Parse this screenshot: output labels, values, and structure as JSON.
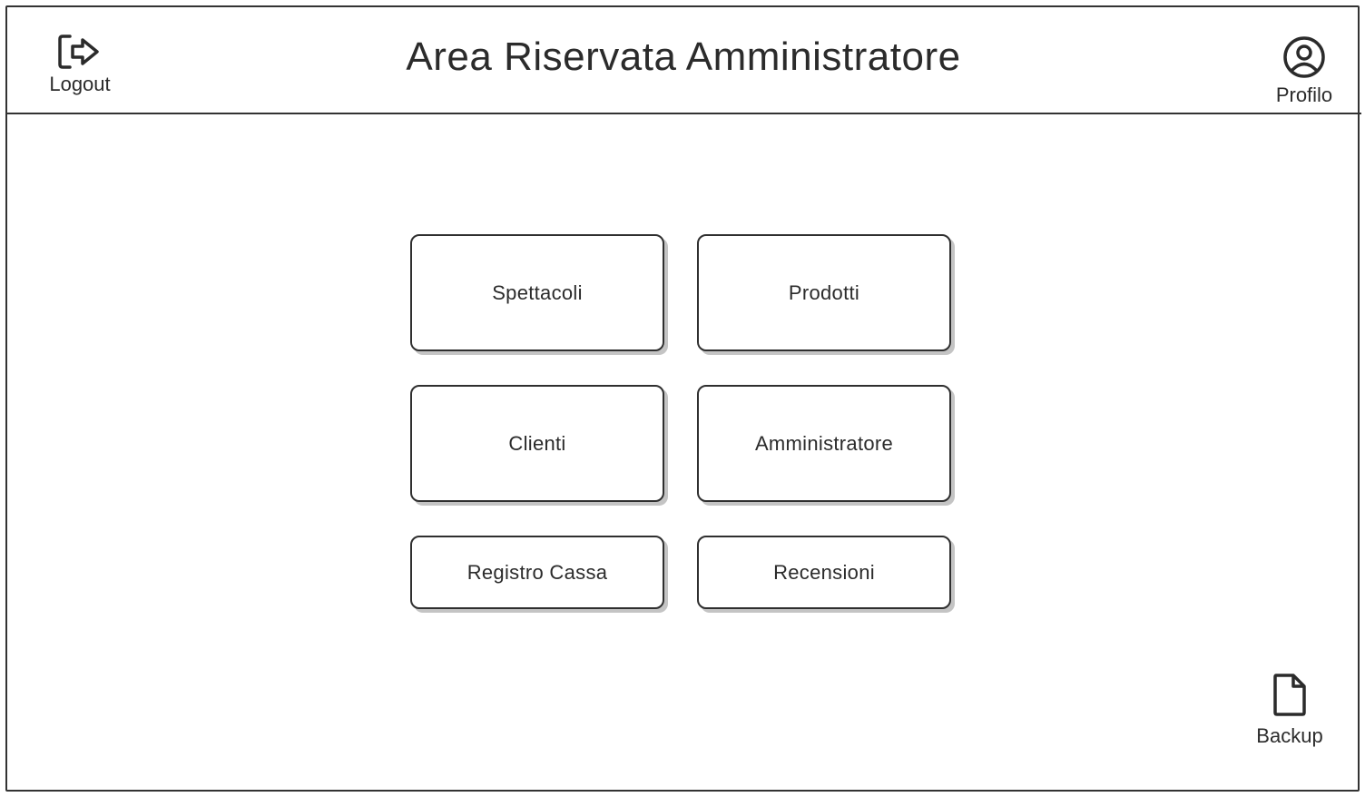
{
  "header": {
    "title": "Area Riservata Amministratore",
    "logout_label": "Logout",
    "logout_icon": "logout-icon",
    "profile_label": "Profilo",
    "profile_icon": "user-circle-icon"
  },
  "menu": {
    "buttons": [
      {
        "label": "Spettacoli"
      },
      {
        "label": "Prodotti"
      },
      {
        "label": "Clienti"
      },
      {
        "label": "Amministratore"
      },
      {
        "label": "Registro Cassa"
      },
      {
        "label": "Recensioni"
      }
    ]
  },
  "backup": {
    "label": "Backup",
    "icon": "file-icon"
  },
  "colors": {
    "stroke": "#2f2f2f",
    "shadow": "#c4c4c4",
    "background": "#ffffff"
  }
}
